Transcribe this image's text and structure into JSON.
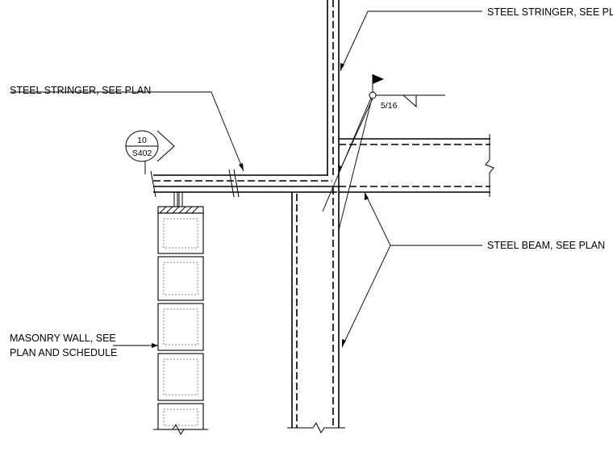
{
  "labels": {
    "stringer_top": "STEEL STRINGER, SEE PLAN",
    "stringer_left": "STEEL STRINGER, SEE PLAN",
    "beam": "STEEL BEAM, SEE PLAN",
    "masonry_line1": "MASONRY WALL, SEE",
    "masonry_line2": "PLAN AND SCHEDULE"
  },
  "weld": {
    "size": "5/16"
  },
  "section_callout": {
    "number": "10",
    "sheet": "S402"
  }
}
